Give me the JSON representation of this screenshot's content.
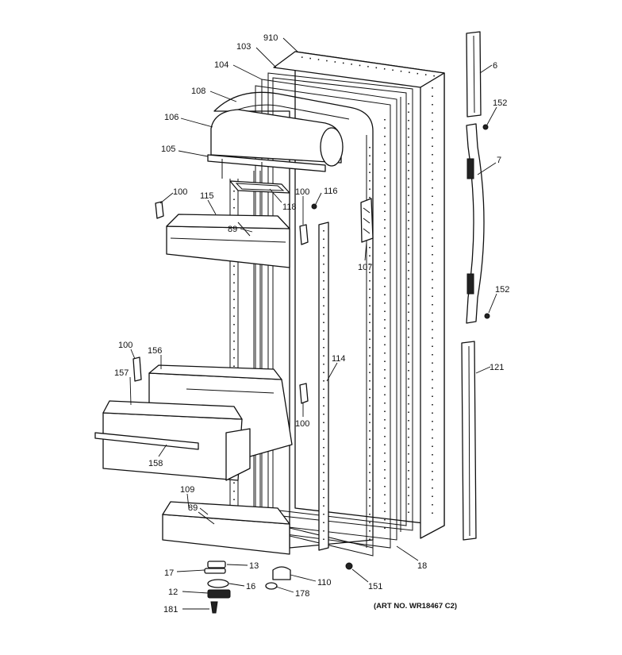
{
  "callouts": {
    "c910": "910",
    "c103": "103",
    "c104": "104",
    "c108": "108",
    "c106": "106",
    "c105": "105",
    "c100a": "100",
    "c115": "115",
    "c89a": "89",
    "c118": "118",
    "c100b": "100",
    "c116": "116",
    "c107": "107",
    "c6": "6",
    "c152a": "152",
    "c7": "7",
    "c152b": "152",
    "c121": "121",
    "c100c": "100",
    "c156": "156",
    "c157": "157",
    "c114": "114",
    "c100d": "100",
    "c158": "158",
    "c109": "109",
    "c89b": "89",
    "c18": "18",
    "c13": "13",
    "c17": "17",
    "c16": "16",
    "c110": "110",
    "c12": "12",
    "c178": "178",
    "c151": "151",
    "c181": "181"
  },
  "art_number": "(ART NO. WR18467 C2)"
}
